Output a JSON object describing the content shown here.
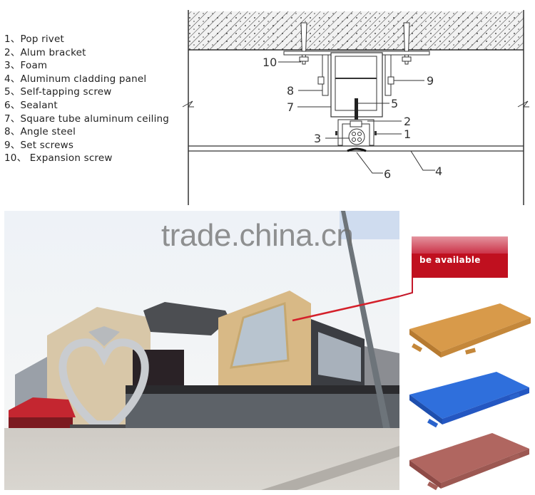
{
  "legend": {
    "items": [
      {
        "num": "1、",
        "label": "Pop rivet"
      },
      {
        "num": "2、",
        "label": "Alum bracket"
      },
      {
        "num": "3、",
        "label": "Foam"
      },
      {
        "num": "4、",
        "label": "Aluminum cladding panel"
      },
      {
        "num": "5、",
        "label": "Self-tapping screw"
      },
      {
        "num": "6、",
        "label": "Sealant"
      },
      {
        "num": "7、",
        "label": "Square tube aluminum ceiling"
      },
      {
        "num": "8、",
        "label": "Angle steel"
      },
      {
        "num": "9、",
        "label": "Set screws"
      },
      {
        "num": "10、",
        "label": " Expansion screw"
      }
    ]
  },
  "diagram": {
    "callout_numbers": [
      "10",
      "9",
      "8",
      "7",
      "5",
      "2",
      "3",
      "1",
      "6",
      "4"
    ]
  },
  "watermark": {
    "text": "trade.china.cn"
  },
  "callout": {
    "text": "be available",
    "color": "#c0101f"
  },
  "panels": {
    "colors": [
      {
        "name": "gold",
        "top": "#d89a4a",
        "side": "#b67a30"
      },
      {
        "name": "blue",
        "top": "#2f6fdc",
        "side": "#1e4fae"
      },
      {
        "name": "terracotta",
        "top": "#b06660",
        "side": "#8e4a46"
      }
    ]
  }
}
